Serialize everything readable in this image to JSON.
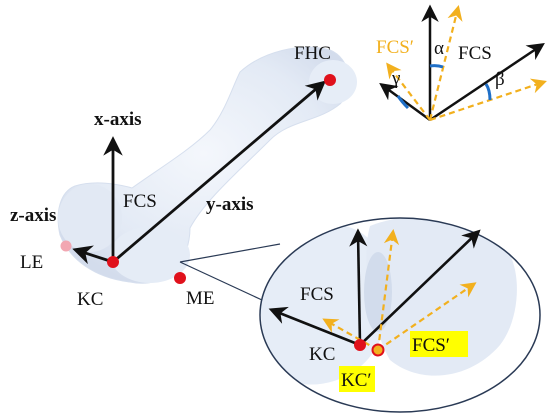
{
  "labels": {
    "fhc": "FHC",
    "x_axis": "x-axis",
    "y_axis": "y-axis",
    "z_axis": "z-axis",
    "fcs_main": "FCS",
    "le": "LE",
    "kc_main": "KC",
    "me": "ME"
  },
  "angle_inset": {
    "fcs_prime": "FCS′",
    "fcs": "FCS",
    "alpha": "α",
    "beta": "β",
    "gamma": "γ"
  },
  "zoom_inset": {
    "fcs": "FCS",
    "kc": "KC",
    "kc_prime": "KC′",
    "fcs_prime": "FCS′"
  },
  "colors": {
    "original_axes": "#111111",
    "shifted_axes": "#f2b01e",
    "landmark_red": "#e0111c",
    "landmark_pink": "#f2a7b2",
    "angle_arc": "#1f6fc7",
    "highlight": "#ffff00",
    "bone": "#e4ebf5"
  }
}
